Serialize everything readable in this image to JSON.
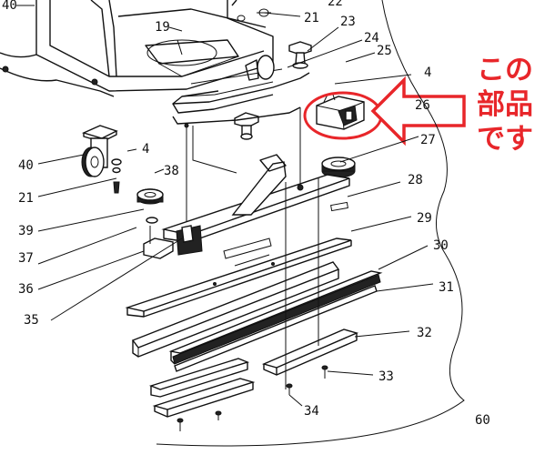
{
  "annotation": {
    "lines": [
      "この",
      "部品",
      "です"
    ],
    "color": "#e8262a"
  },
  "part_labels": {
    "p40a": "40",
    "p22": "22",
    "p21a": "21",
    "p19": "19",
    "p23": "23",
    "p24": "24",
    "p25": "25",
    "p4a": "4",
    "p26": "26",
    "p27": "27",
    "p40": "40",
    "p4b": "4",
    "p38": "38",
    "p21b": "21",
    "p28": "28",
    "p39": "39",
    "p29": "29",
    "p37": "37",
    "p30": "30",
    "p36": "36",
    "p31": "31",
    "p35": "35",
    "p32": "32",
    "p33": "33",
    "p34": "34",
    "p60": "60"
  }
}
